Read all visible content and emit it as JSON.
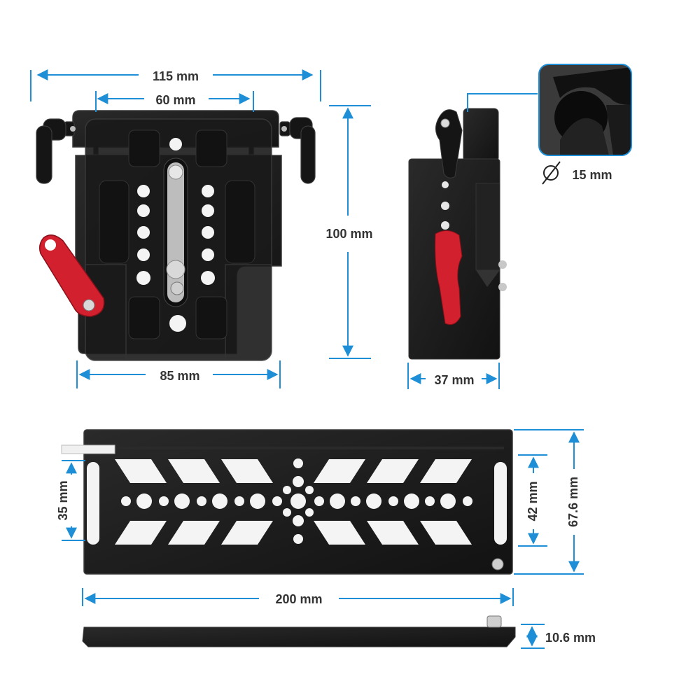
{
  "colors": {
    "accent": "#1e8fd6",
    "metal": "#1c1c1c",
    "metal_edge": "#3a3a3a",
    "lever": "#d2202e",
    "label": "#333333"
  },
  "front_view": {
    "width_overall": "115 mm",
    "rod_spacing": "60 mm",
    "height": "100 mm",
    "base_width": "85 mm"
  },
  "side_view": {
    "depth": "37 mm",
    "rod_diameter": "15 mm",
    "diameter_symbol": "∅"
  },
  "long_plate": {
    "length": "200 mm",
    "slot_span": "35 mm",
    "hole_span": "42 mm",
    "width": "67.6 mm",
    "thickness": "10.6 mm"
  }
}
